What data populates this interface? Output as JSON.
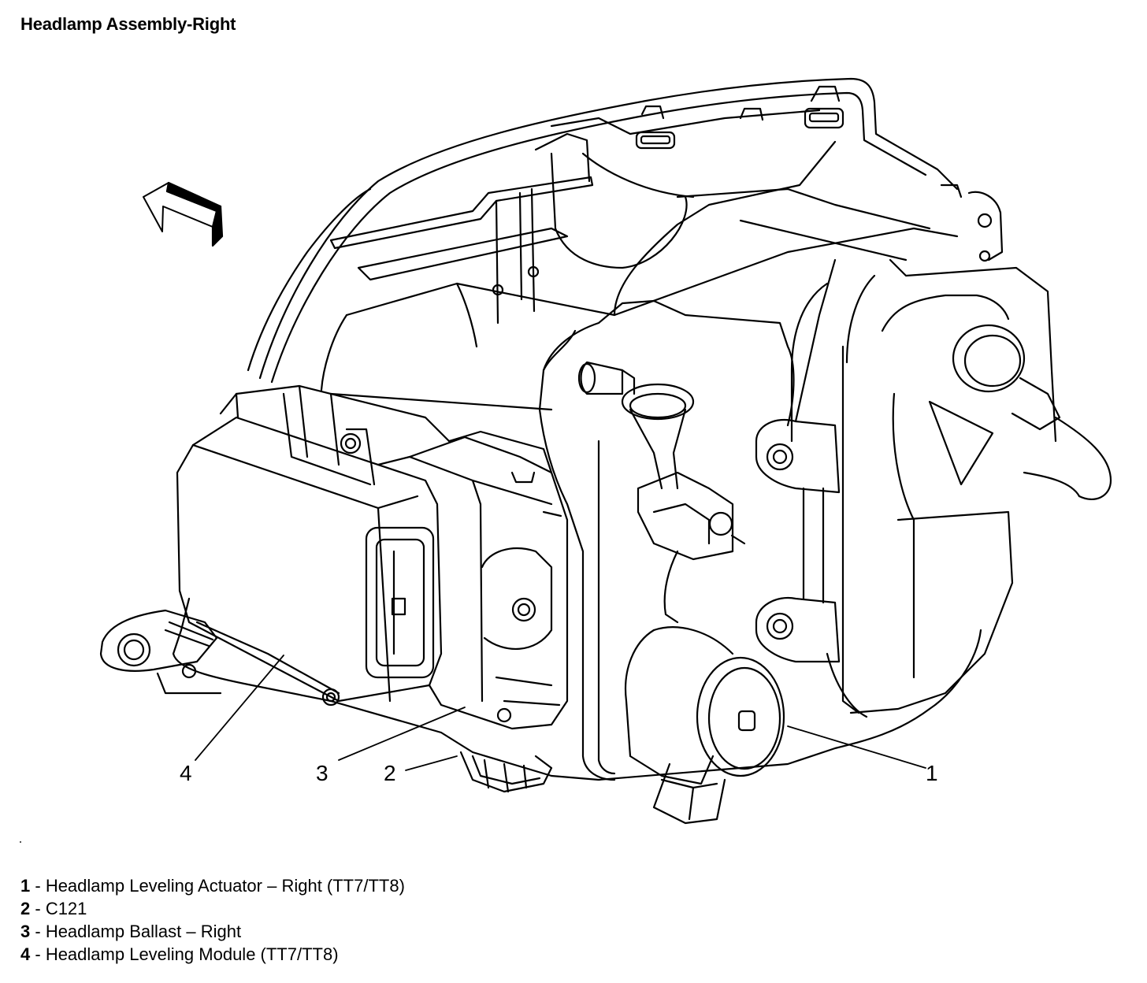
{
  "title": "Headlamp Assembly-Right",
  "callouts": [
    {
      "id": "1",
      "label": "1"
    },
    {
      "id": "2",
      "label": "2"
    },
    {
      "id": "3",
      "label": "3"
    },
    {
      "id": "4",
      "label": "4"
    }
  ],
  "legend": [
    {
      "num": "1",
      "sep": " - ",
      "text": "Headlamp Leveling Actuator – Right (TT7/TT8)"
    },
    {
      "num": "2",
      "sep": " - ",
      "text": "C121"
    },
    {
      "num": "3",
      "sep": " - ",
      "text": "Headlamp Ballast – Right"
    },
    {
      "num": "4",
      "sep": " - ",
      "text": "Headlamp Leveling Module (TT7/TT8)"
    }
  ],
  "colors": {
    "line": "#000000",
    "background": "#ffffff"
  },
  "icons": [
    "direction-arrow-icon"
  ]
}
